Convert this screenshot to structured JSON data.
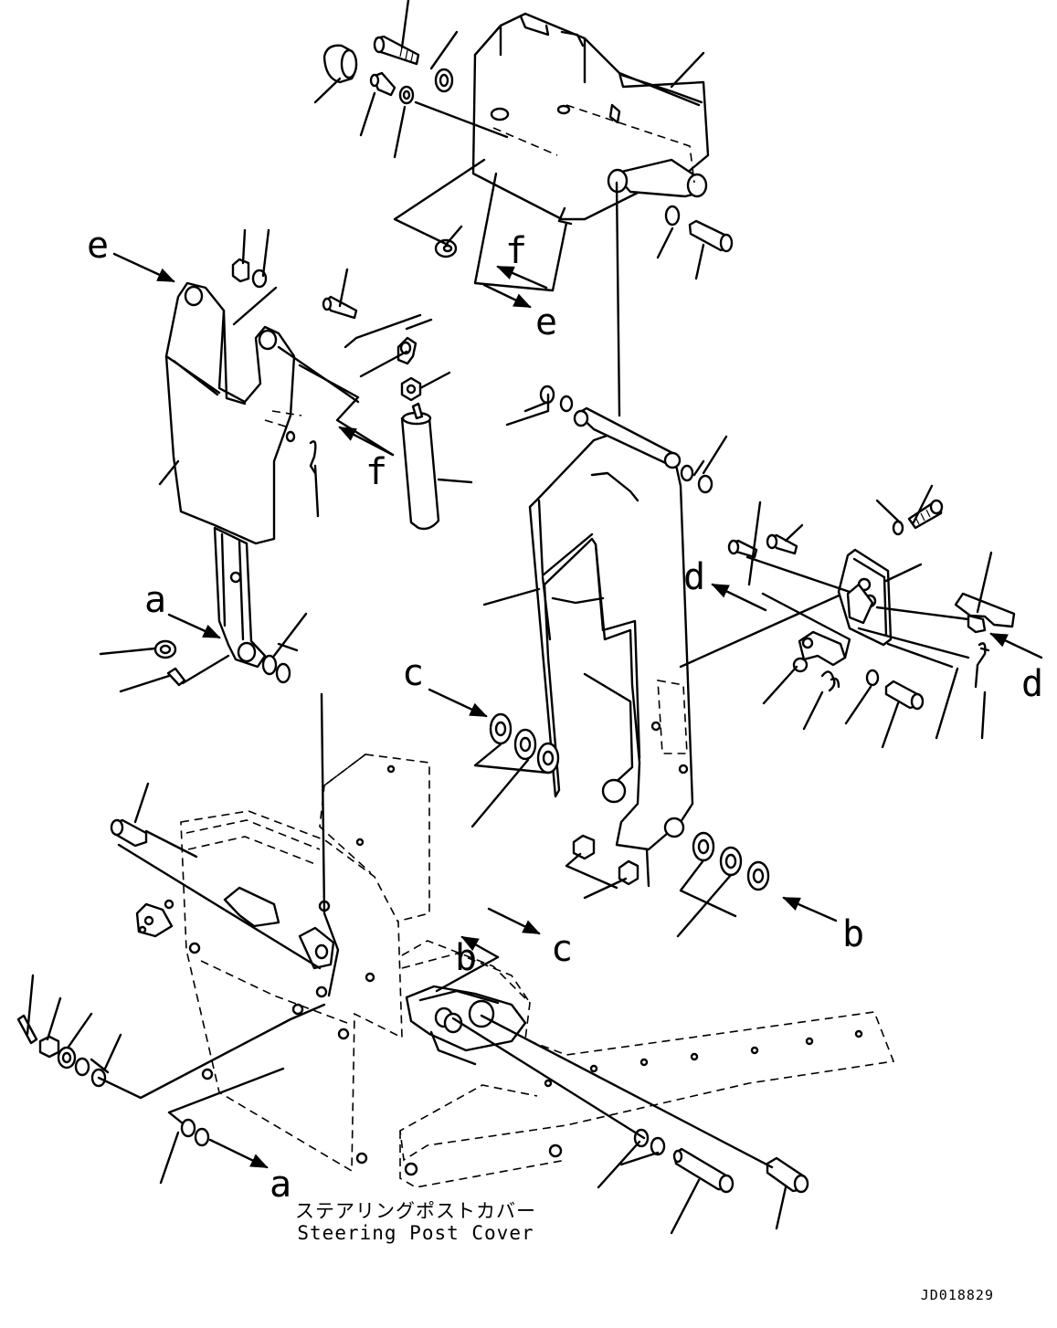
{
  "labels": {
    "a": "a",
    "b": "b",
    "c": "c",
    "d": "d",
    "e": "e",
    "f": "f"
  },
  "caption": {
    "japanese": "ステアリングポストカバー",
    "english": "Steering Post Cover"
  },
  "figure_id": "JD018829"
}
